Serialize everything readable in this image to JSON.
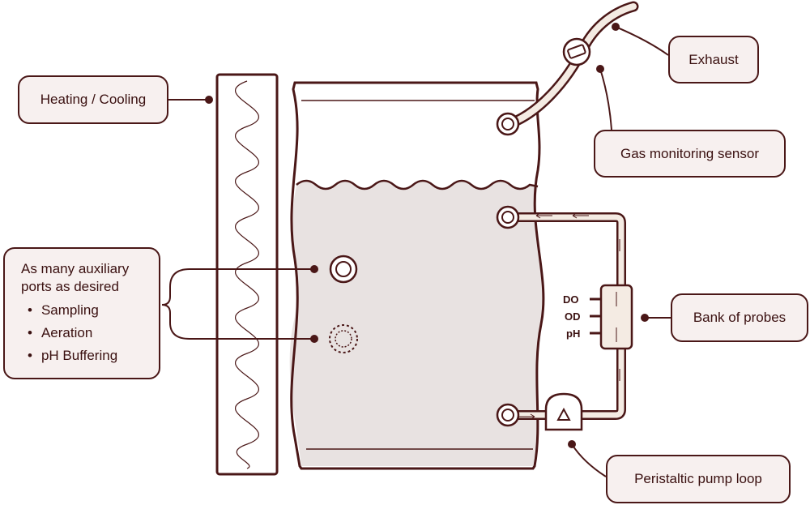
{
  "labels": {
    "heating": "Heating / Cooling",
    "exhaust": "Exhaust",
    "gas_sensor": "Gas monitoring sensor",
    "probes": "Bank of probes",
    "pump": "Peristaltic pump loop",
    "aux_title_line1": "As many auxiliary",
    "aux_title_line2": "ports as desired",
    "aux_items": [
      "Sampling",
      "Aeration",
      "pH Buffering"
    ]
  },
  "probes": [
    "DO",
    "OD",
    "pH"
  ],
  "colors": {
    "outline": "#4a1717",
    "label_fill": "#f7f0ef",
    "liquid": "#e8e2e1",
    "tube_fill": "#f4ebe3"
  }
}
